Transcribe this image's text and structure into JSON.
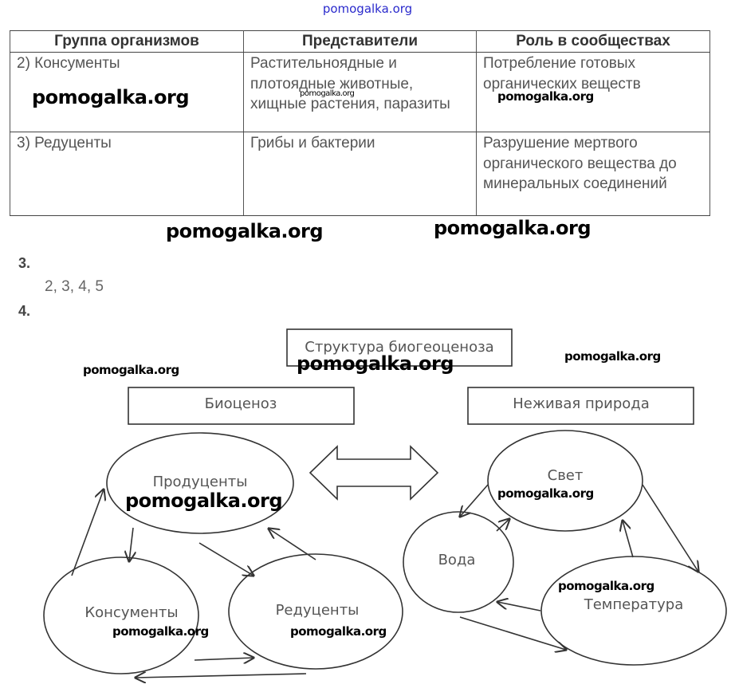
{
  "header_watermark": "pomogalka.org",
  "table": {
    "headers": [
      "Группа организмов",
      "Представители",
      "Роль в сообществах"
    ],
    "rows": [
      [
        "2) Консументы",
        "Растительноядные и плотоядные животные, хищные растения, паразиты",
        "Потребление готовых органических веществ"
      ],
      [
        "3) Редуценты",
        "Грибы и бактерии",
        "Разрушение мертвого органического вещества до минеральных соединений"
      ]
    ]
  },
  "watermarks": {
    "text": "pomogalka.org"
  },
  "question3": {
    "number": "3.",
    "answer": "2, 3, 4, 5"
  },
  "question4": {
    "number": "4.",
    "diagram": {
      "title": "Структура биогеоценоза",
      "left_group": "Биоценоз",
      "right_group": "Неживая природа",
      "biocenosis_nodes": [
        "Продуценты",
        "Консументы",
        "Редуценты"
      ],
      "nonliving_nodes": [
        "Свет",
        "Вода",
        "Температура"
      ]
    }
  }
}
